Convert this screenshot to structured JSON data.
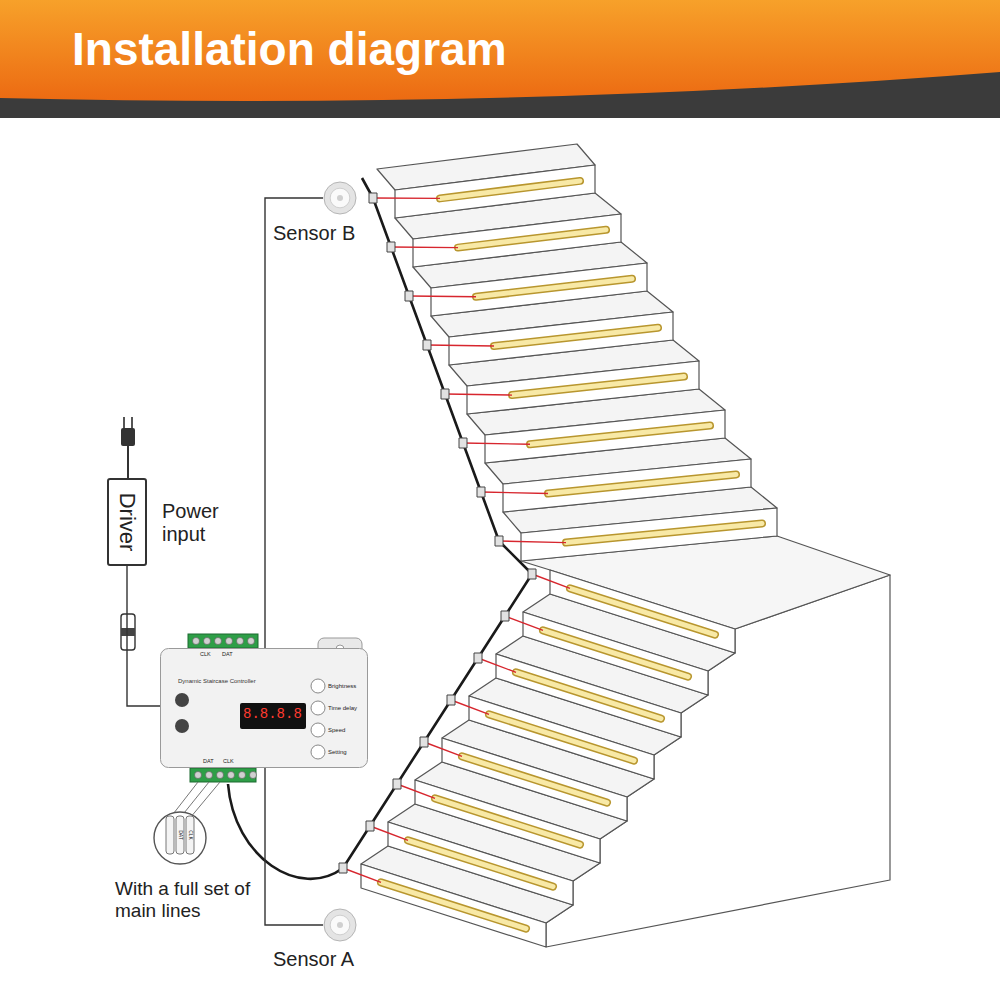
{
  "diagram": {
    "title": "Installation diagram",
    "nodes": [
      {
        "text": [
          "Sensor B"
        ]
      },
      {
        "text": [
          "Driver"
        ]
      },
      {
        "text": [
          "Dynamic Staircase Controller"
        ]
      },
      {
        "text": [
          "Sensor A"
        ]
      }
    ],
    "edges": [
      {
        "from": 0,
        "to": 2,
        "arrow": "none"
      },
      {
        "from": 1,
        "to": 2,
        "arrow": "none"
      },
      {
        "from": 2,
        "to": 3,
        "arrow": "none"
      }
    ],
    "labels": [
      "Power input",
      "CLK",
      "DAT",
      "8.8.8.8",
      "Brightness",
      "Time delay",
      "Speed",
      "Setting",
      "DAT",
      "CLK",
      "DAT",
      "CLK",
      "With a full set of main lines"
    ]
  }
}
